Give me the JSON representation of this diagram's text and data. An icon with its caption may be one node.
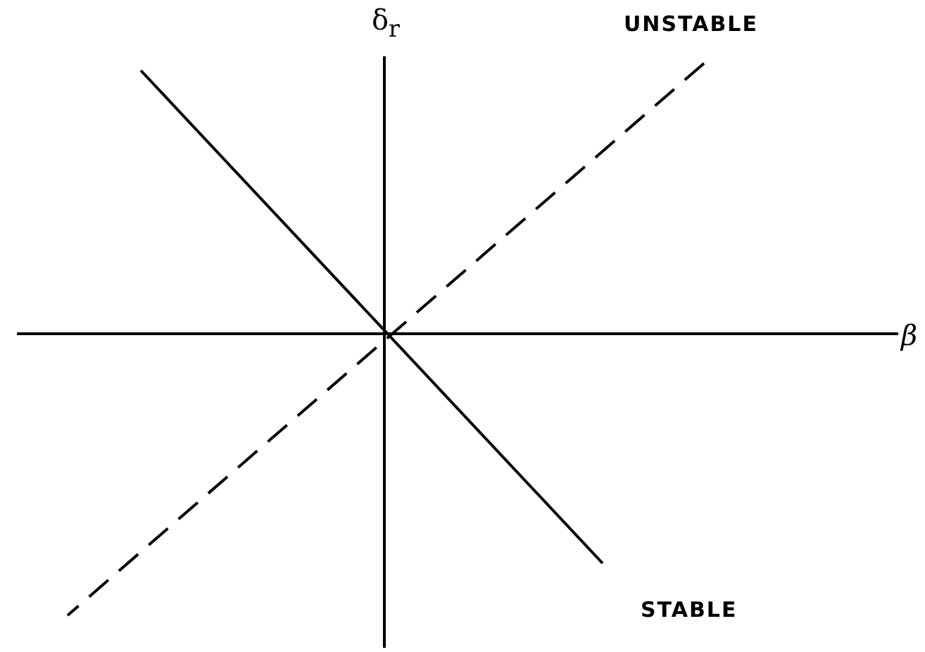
{
  "diagram": {
    "labels": [
      "δ$_{r}$",
      "UNSTABLE",
      "β",
      "STABLE"
    ]
  }
}
